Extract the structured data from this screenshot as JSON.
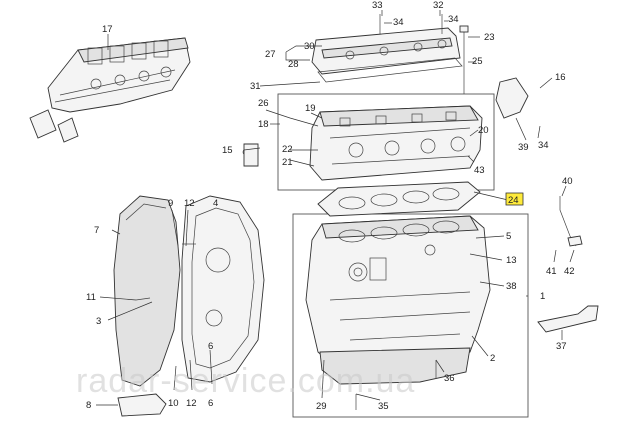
{
  "watermark": "radar-service.com.ua",
  "highlighted_callout": "24",
  "callouts": {
    "c1": "1",
    "c2": "2",
    "c4": "4",
    "c5": "5",
    "c6": "6",
    "c7": "7",
    "c8": "8",
    "c9": "9",
    "c10": "10",
    "c11": "11",
    "c12a": "12",
    "c12b": "12",
    "c13": "13",
    "c15": "15",
    "c16": "16",
    "c17": "17",
    "c18": "18",
    "c19": "19",
    "c20": "20",
    "c21": "21",
    "c22": "22",
    "c23": "23",
    "c24": "24",
    "c25": "25",
    "c26": "26",
    "c27": "27",
    "c28": "28",
    "c29": "29",
    "c30": "30",
    "c31": "31",
    "c32": "32",
    "c33": "33",
    "c34a": "34",
    "c34b": "34",
    "c35": "35",
    "c36": "36",
    "c37": "37",
    "c38": "38",
    "c39": "39",
    "c40": "40",
    "c41": "41",
    "c42": "42",
    "c43": "43"
  }
}
